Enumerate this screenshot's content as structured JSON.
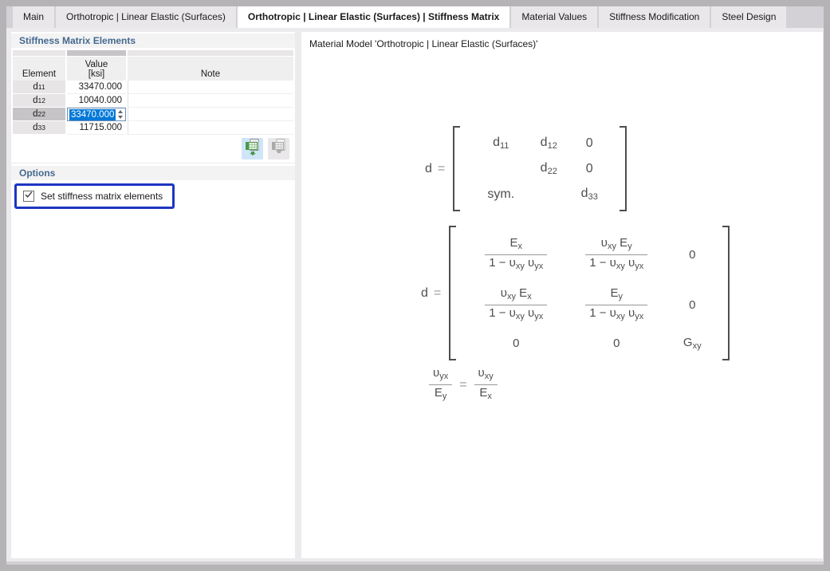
{
  "tabs": [
    {
      "label": "Main",
      "active": false
    },
    {
      "label": "Orthotropic | Linear Elastic (Surfaces)",
      "active": false
    },
    {
      "label": "Orthotropic | Linear Elastic (Surfaces) | Stiffness Matrix",
      "active": true
    },
    {
      "label": "Material Values",
      "active": false
    },
    {
      "label": "Stiffness Modification",
      "active": false
    },
    {
      "label": "Steel Design",
      "active": false
    }
  ],
  "left_panel": {
    "section_title": "Stiffness Matrix Elements",
    "table": {
      "headers": {
        "element": "Element",
        "value": "Value",
        "value_unit": "[ksi]",
        "note": "Note"
      },
      "rows": [
        {
          "element": [
            {
              "t": "d",
              "s": "11"
            }
          ],
          "value": "33470.000",
          "note": "",
          "selected": false
        },
        {
          "element": [
            {
              "t": "d",
              "s": "12"
            }
          ],
          "value": "10040.000",
          "note": "",
          "selected": false
        },
        {
          "element": [
            {
              "t": "d",
              "s": "22"
            }
          ],
          "value": "33470.000",
          "note": "",
          "selected": true,
          "editing": true
        },
        {
          "element": [
            {
              "t": "d",
              "s": "33"
            }
          ],
          "value": "11715.000",
          "note": "",
          "selected": false
        }
      ]
    },
    "icons": {
      "apply_to_table": "table-export-icon",
      "get_from_table": "table-import-icon"
    },
    "options_title": "Options",
    "checkbox": {
      "label": "Set stiffness matrix elements",
      "checked": true
    }
  },
  "right_panel": {
    "title": "Material Model 'Orthotropic | Linear Elastic (Surfaces)'",
    "formulas": {
      "m1": {
        "lhs": [
          {
            "t": "d"
          }
        ],
        "eq": "=",
        "c11": [
          {
            "t": "d",
            "s": "11"
          }
        ],
        "c12": [
          {
            "t": "d",
            "s": "12"
          }
        ],
        "c13": [
          {
            "t": "0"
          }
        ],
        "c21": [],
        "c22": [
          {
            "t": "d",
            "s": "22"
          }
        ],
        "c23": [
          {
            "t": "0"
          }
        ],
        "c31": [
          {
            "t": "sym."
          }
        ],
        "c32": [],
        "c33": [
          {
            "t": "d",
            "s": "33"
          }
        ]
      },
      "m2": {
        "lhs": [
          {
            "t": "d"
          }
        ],
        "eq": "=",
        "r1c1_num": [
          {
            "t": "E",
            "s": "x"
          }
        ],
        "r1c1_den": [
          {
            "t": "1 − "
          },
          {
            "t": "υ",
            "s": "xy"
          },
          {
            "t": " "
          },
          {
            "t": "υ",
            "s": "yx"
          }
        ],
        "r1c2_num": [
          {
            "t": "υ",
            "s": "xy"
          },
          {
            "t": " E",
            "s": "y"
          }
        ],
        "r1c2_den": [
          {
            "t": "1 − "
          },
          {
            "t": "υ",
            "s": "xy"
          },
          {
            "t": " "
          },
          {
            "t": "υ",
            "s": "yx"
          }
        ],
        "r1c3": [
          {
            "t": "0"
          }
        ],
        "r2c1_num": [
          {
            "t": "υ",
            "s": "xy"
          },
          {
            "t": " E",
            "s": "x"
          }
        ],
        "r2c1_den": [
          {
            "t": "1 − "
          },
          {
            "t": "υ",
            "s": "xy"
          },
          {
            "t": " "
          },
          {
            "t": "υ",
            "s": "yx"
          }
        ],
        "r2c2_num": [
          {
            "t": "E",
            "s": "y"
          }
        ],
        "r2c2_den": [
          {
            "t": "1 − "
          },
          {
            "t": "υ",
            "s": "xy"
          },
          {
            "t": " "
          },
          {
            "t": "υ",
            "s": "yx"
          }
        ],
        "r2c3": [
          {
            "t": "0"
          }
        ],
        "r3c1": [
          {
            "t": "0"
          }
        ],
        "r3c2": [
          {
            "t": "0"
          }
        ],
        "r3c3": [
          {
            "t": "G",
            "s": "xy"
          }
        ]
      },
      "eq3": {
        "left_num": [
          {
            "t": "υ",
            "s": "yx"
          }
        ],
        "left_den": [
          {
            "t": "E",
            "s": "y"
          }
        ],
        "eq": "=",
        "right_num": [
          {
            "t": "υ",
            "s": "xy"
          }
        ],
        "right_den": [
          {
            "t": "E",
            "s": "x"
          }
        ]
      }
    }
  },
  "colors": {
    "selection_blue": "#0078d7",
    "highlight_border": "#1d36c0",
    "section_title_blue": "#44698e",
    "icon_green": "#4b9a4b",
    "icon_active_bg": "#cfe5f8"
  }
}
